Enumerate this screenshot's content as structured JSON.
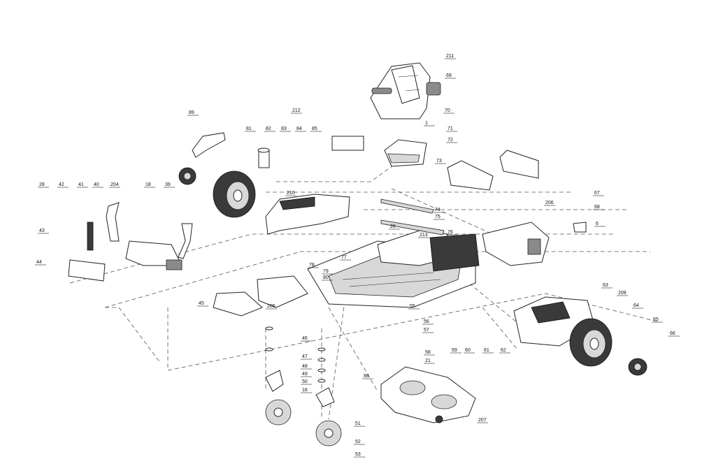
{
  "diagram": {
    "callouts": [
      "211",
      "69",
      "212",
      "81",
      "82",
      "83",
      "84",
      "85",
      "89",
      "1",
      "70",
      "71",
      "72",
      "73",
      "28",
      "42",
      "41",
      "40",
      "204",
      "18",
      "39",
      "210",
      "74",
      "75",
      "26",
      "213",
      "76",
      "206",
      "67",
      "68",
      "6",
      "43",
      "44",
      "77",
      "78",
      "79",
      "80",
      "205",
      "45",
      "55",
      "56",
      "57",
      "46",
      "47",
      "48",
      "49",
      "50",
      "16",
      "51",
      "52",
      "53",
      "88",
      "58",
      "21",
      "59",
      "60",
      "61",
      "62",
      "207",
      "63",
      "208",
      "64",
      "65",
      "66"
    ]
  }
}
